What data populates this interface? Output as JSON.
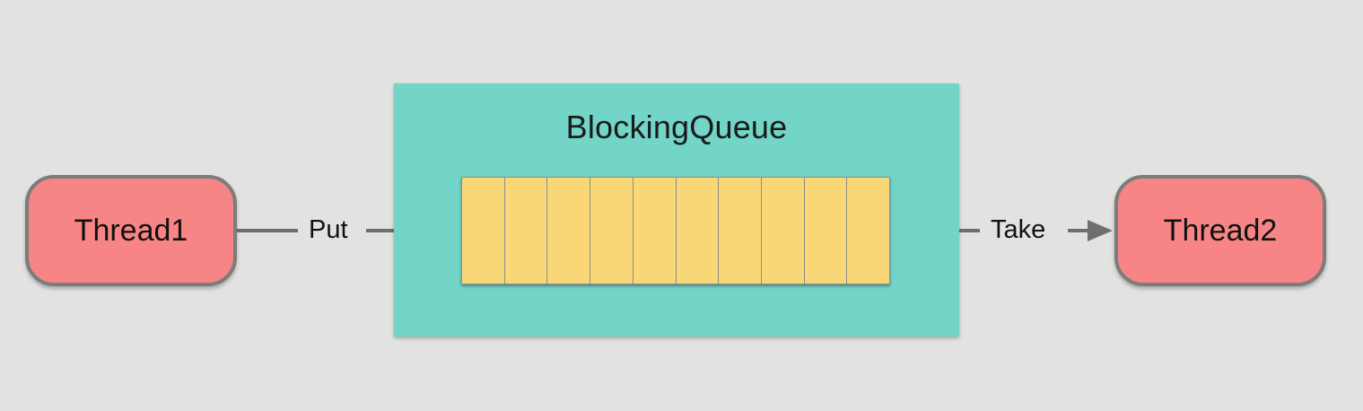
{
  "queue": {
    "title": "BlockingQueue",
    "slot_count": 10
  },
  "threads": {
    "producer": "Thread1",
    "consumer": "Thread2"
  },
  "edges": {
    "put_label": "Put",
    "take_label": "Take"
  },
  "colors": {
    "background": "#e2e2e0",
    "queue_fill": "#72d5c8",
    "slot_fill": "#f9d676",
    "thread_fill": "#f88585",
    "thread_border": "#7c7c7c",
    "arrow": "#6f6f6f"
  }
}
